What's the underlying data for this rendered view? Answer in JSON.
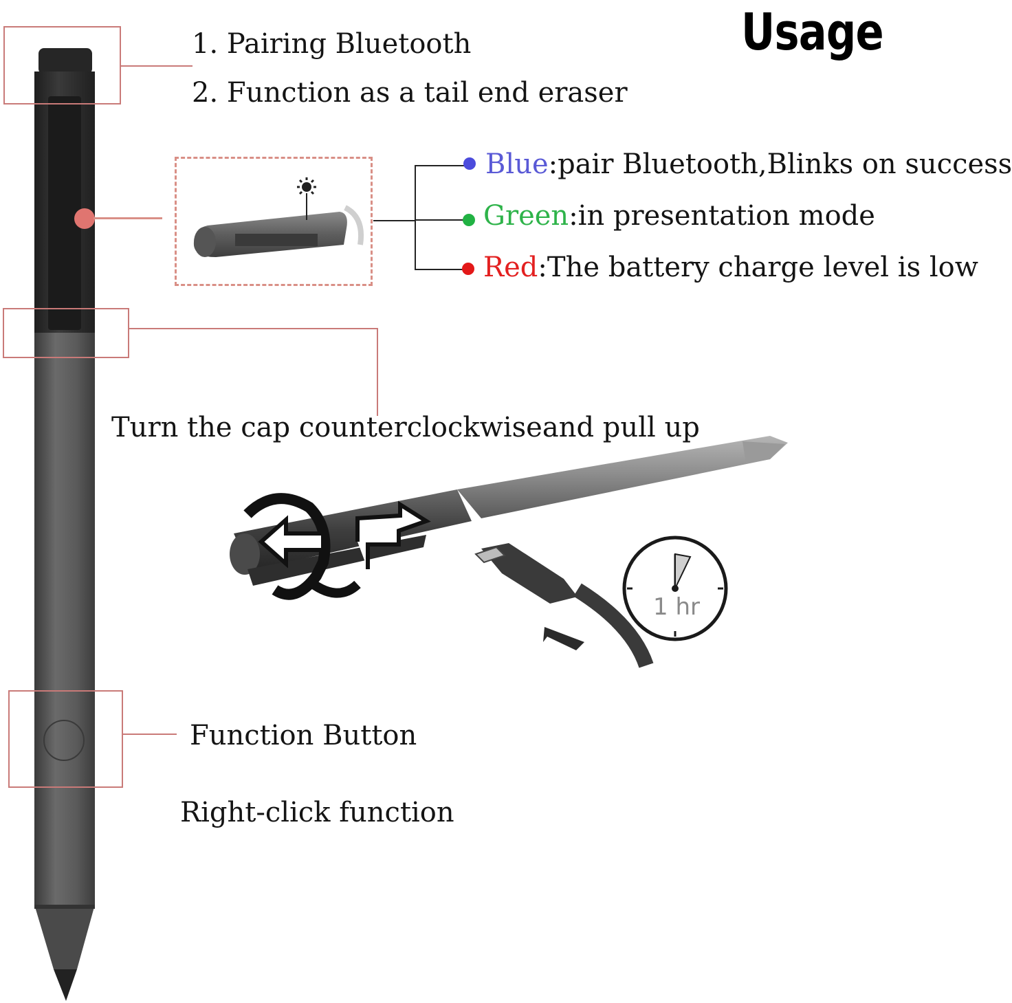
{
  "title": "Usage",
  "top_callout": {
    "line1": "1. Pairing Bluetooth",
    "line2": "2. Function as a tail end eraser"
  },
  "led": {
    "items": [
      {
        "color_word": "Blue",
        "color": "#5a5ad6",
        "text": ":pair Bluetooth,Blinks on success"
      },
      {
        "color_word": "Green",
        "color": "#2eb34a",
        "text": ":in presentation mode"
      },
      {
        "color_word": "Red",
        "color": "#e32020",
        "text": ":The battery charge level is low"
      }
    ]
  },
  "cap_instruction": "Turn the cap counterclockwiseand pull up",
  "clock_label": "1 hr",
  "function_button": {
    "label": "Function Button",
    "description": "Right-click function"
  },
  "colors": {
    "callout": "#c97a78",
    "pen_body": "#5b5b5b",
    "pen_top": "#2c2c2c"
  }
}
